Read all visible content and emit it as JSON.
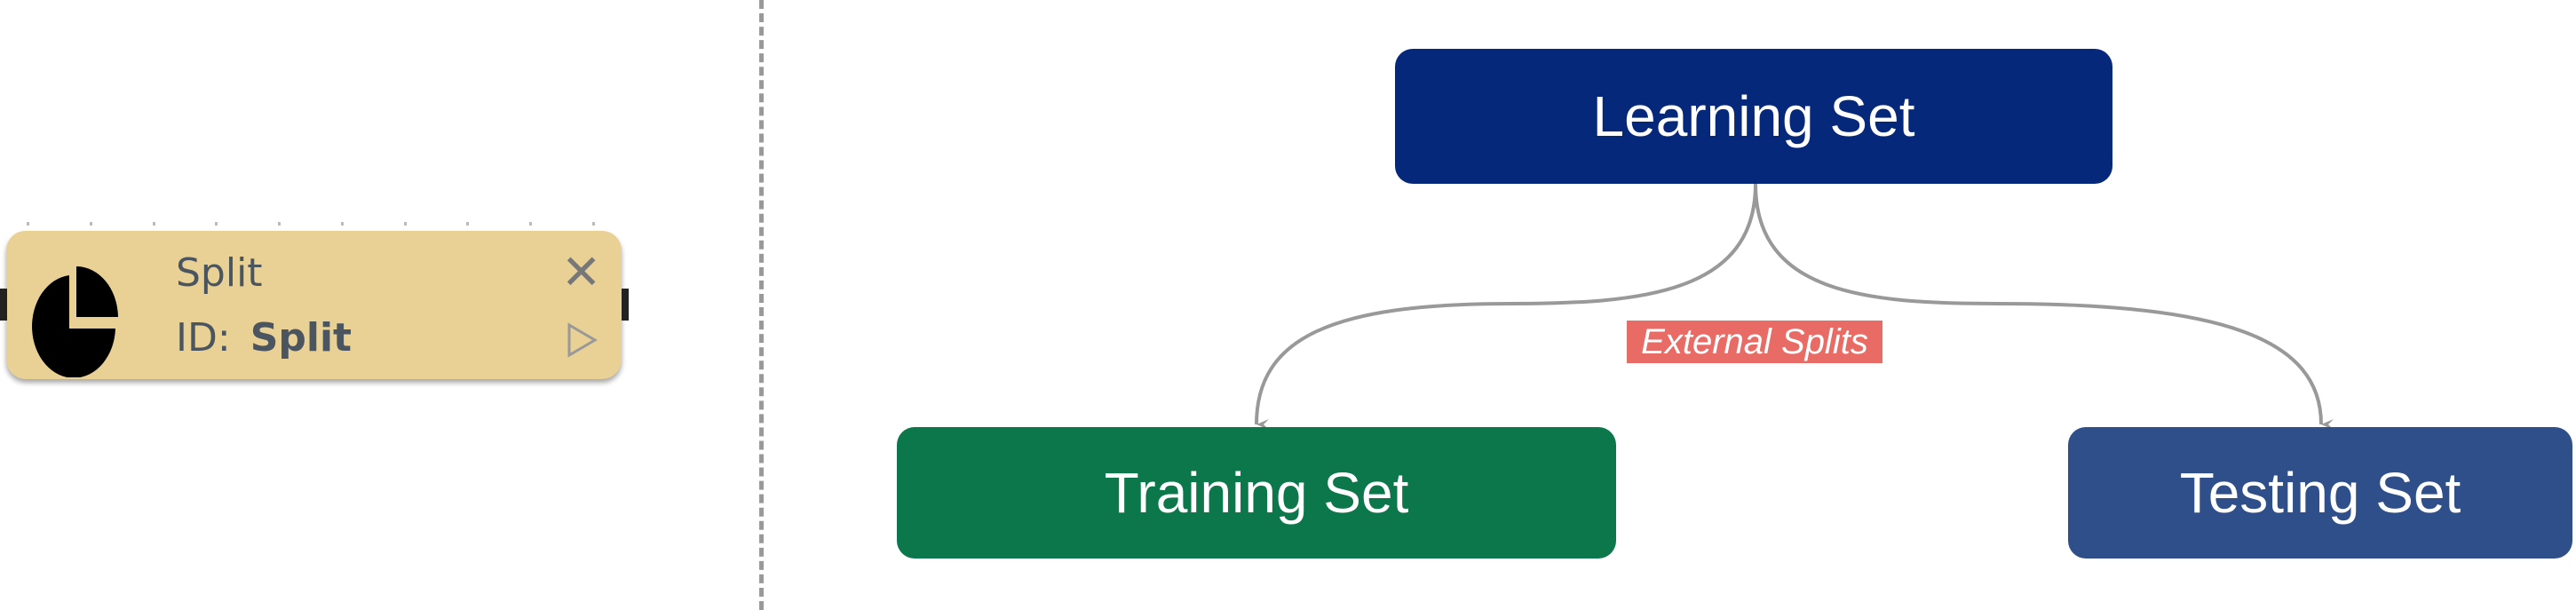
{
  "node": {
    "title": "Split",
    "id_label": "ID:",
    "id_value": "Split",
    "icon": "pie-chart-icon"
  },
  "diagram": {
    "root": "Learning Set",
    "children": [
      "Training Set",
      "Testing Set"
    ],
    "edge_label": "External Splits"
  },
  "colors": {
    "learning": "#06287a",
    "training": "#0b774a",
    "testing": "#2f4f8a",
    "label": "#e96b66",
    "node": "#e9d196"
  }
}
